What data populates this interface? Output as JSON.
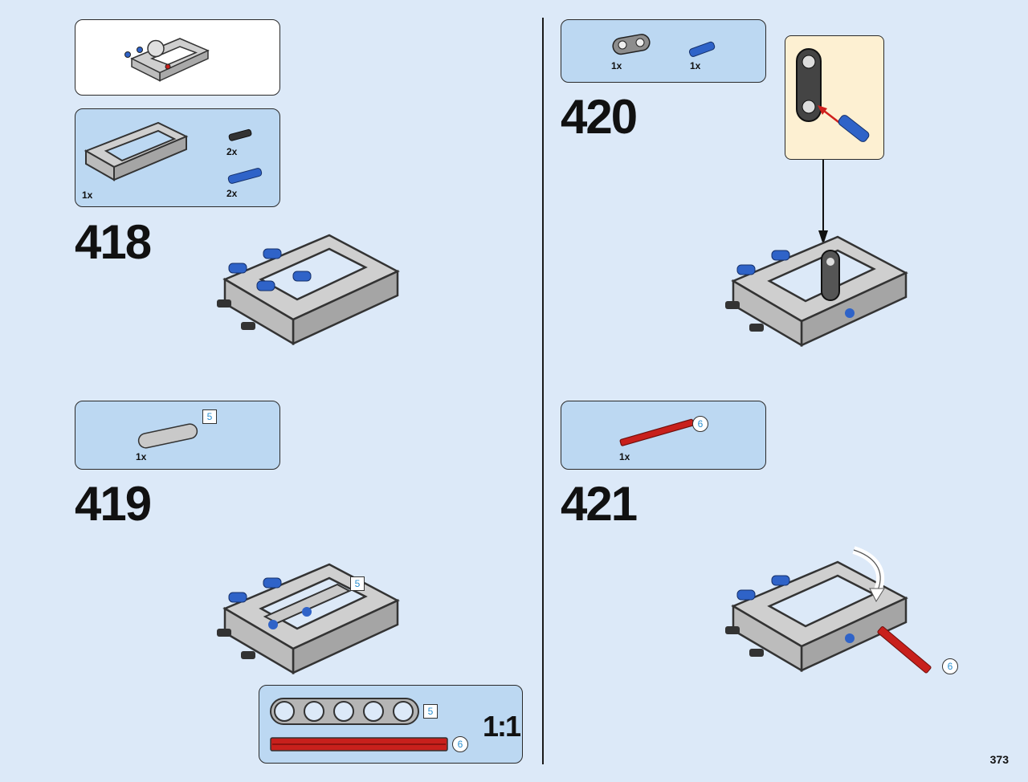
{
  "page_number": "373",
  "steps": [
    {
      "number": "418",
      "parts": [
        {
          "qty": "1x"
        },
        {
          "qty": "2x"
        },
        {
          "qty": "2x"
        }
      ]
    },
    {
      "number": "419",
      "parts": [
        {
          "qty": "1x",
          "length": "5"
        }
      ],
      "model_callout": "5"
    },
    {
      "number": "420",
      "parts": [
        {
          "qty": "1x"
        },
        {
          "qty": "1x"
        }
      ]
    },
    {
      "number": "421",
      "parts": [
        {
          "qty": "1x",
          "length": "6"
        }
      ],
      "model_callout": "6"
    }
  ],
  "scale_box": {
    "label": "1:1",
    "beam_length": "5",
    "axle_length": "6"
  },
  "colors": {
    "background": "#dce9f8",
    "panel": "#bcd8f2",
    "callout": "#fdf0d2",
    "blue_pin": "#2f63c8",
    "red_axle": "#c8201c",
    "frame_grey": "#c9c9c9"
  }
}
